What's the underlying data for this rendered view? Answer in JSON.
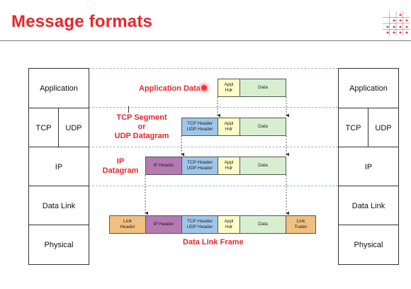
{
  "title": "Message formats",
  "left_stack": {
    "application": "Application",
    "tcp": "TCP",
    "udp": "UDP",
    "ip": "IP",
    "data_link": "Data Link",
    "physical": "Physical"
  },
  "right_stack": {
    "application": "Application",
    "tcp": "TCP",
    "udp": "UDP",
    "ip": "IP",
    "data_link": "Data Link",
    "physical": "Physical"
  },
  "labels": {
    "application_data": "Application Data",
    "tcp_segment_line1": "TCP Segment",
    "tcp_segment_line2": "or",
    "tcp_segment_line3": "UDP Datagram",
    "ip_datagram_line1": "IP",
    "ip_datagram_line2": "Datagram",
    "data_link_frame": "Data Link Frame"
  },
  "blocks": {
    "appl_hdr_1": "Appl",
    "appl_hdr_2": "Hdr",
    "data": "Data",
    "tcp_hdr_1": "TCP Header",
    "tcp_hdr_2": "UDP Header",
    "ip_header": "IP Header",
    "link_header_1": "Link",
    "link_header_2": "Header",
    "link_trailer_1": "Link",
    "link_trailer_2": "Trailer"
  },
  "colors": {
    "title": "#e8262c",
    "appl_hdr": "#fffcc8",
    "data": "#d8eed0",
    "tcp_udp_header": "#9fc6e8",
    "ip_header": "#b47ab2",
    "link_header": "#f0c080"
  }
}
